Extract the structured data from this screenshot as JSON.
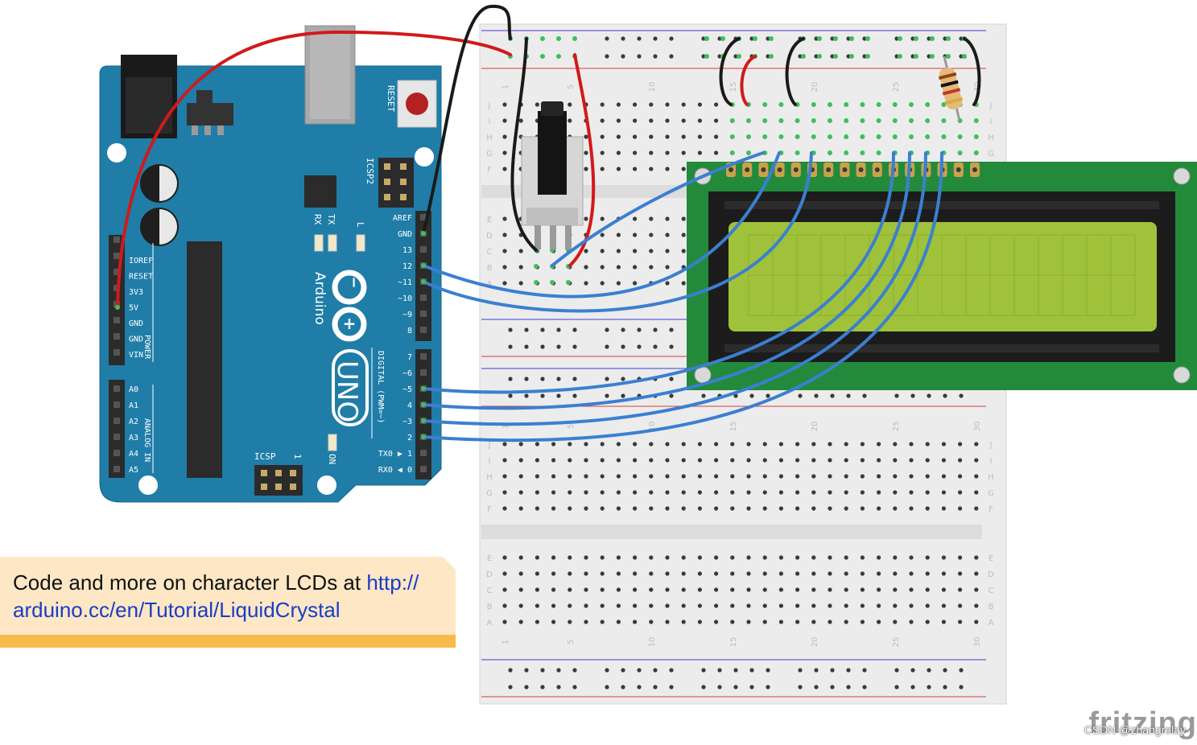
{
  "arduino": {
    "brand": "Arduino",
    "model": "UNO",
    "reset_label": "RESET",
    "icsp2_label": "ICSP2",
    "icsp_label": "ICSP",
    "icsp_pin1": "1",
    "on_label": "ON",
    "tx_label": "TX",
    "rx_label": "RX",
    "l_label": "L",
    "power_label": "POWER",
    "analog_label": "ANALOG IN",
    "digital_label": "DIGITAL (PWM=~)",
    "power_pins": [
      "IOREF",
      "RESET",
      "3V3",
      "5V",
      "GND",
      "GND",
      "VIN"
    ],
    "analog_pins": [
      "A0",
      "A1",
      "A2",
      "A3",
      "A4",
      "A5"
    ],
    "digital_upper": [
      "AREF",
      "GND",
      "13",
      "12",
      "~11",
      "~10",
      "~9",
      "8"
    ],
    "digital_lower": [
      "7",
      "~6",
      "~5",
      "4",
      "~3",
      "2",
      "TX0 ▶ 1",
      "RX0 ◀ 0"
    ]
  },
  "breadboard": {
    "row_letters_top": [
      "J",
      "I",
      "H",
      "G",
      "F"
    ],
    "row_letters_bottom": [
      "E",
      "D",
      "C",
      "B",
      "A"
    ],
    "column_numbers": [
      "1",
      "5",
      "10",
      "15",
      "20",
      "25",
      "30"
    ]
  },
  "colors": {
    "board": "#1f7da8",
    "lcd_pcb": "#238a3c",
    "lcd_screen": "#9fc23a",
    "wire_red": "#d01a1a",
    "wire_black": "#1a1a1a",
    "wire_blue": "#3b7fd1"
  },
  "note": {
    "text": "Code and more on character LCDs at ",
    "link_line1": "http://",
    "link_line2": "arduino.cc/en/Tutorial/LiquidCrystal"
  },
  "watermark": {
    "logo": "fritzing",
    "csdn": "CSDN @zhangrelay"
  }
}
